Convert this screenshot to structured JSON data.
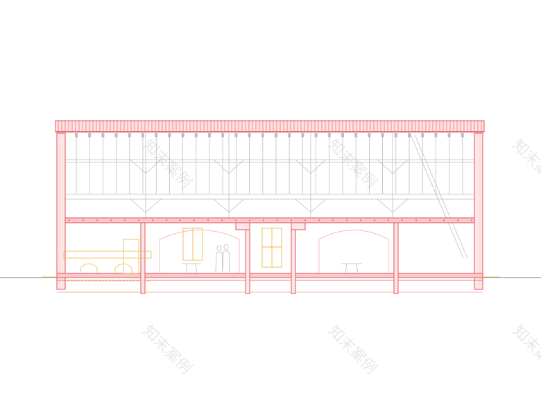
{
  "drawing": {
    "type": "architectural longitudinal section",
    "colors": {
      "cut_lines": "#e8505a",
      "cut_fill": "#f7c9cc",
      "roof_structure": "#c9c9c9",
      "secondary": "#f0b84a",
      "ground_line": "#555555"
    }
  },
  "watermarks": [
    "知末案例",
    "知末案例",
    "知末案例",
    "知末案例",
    "知末案例",
    "知末案例"
  ]
}
